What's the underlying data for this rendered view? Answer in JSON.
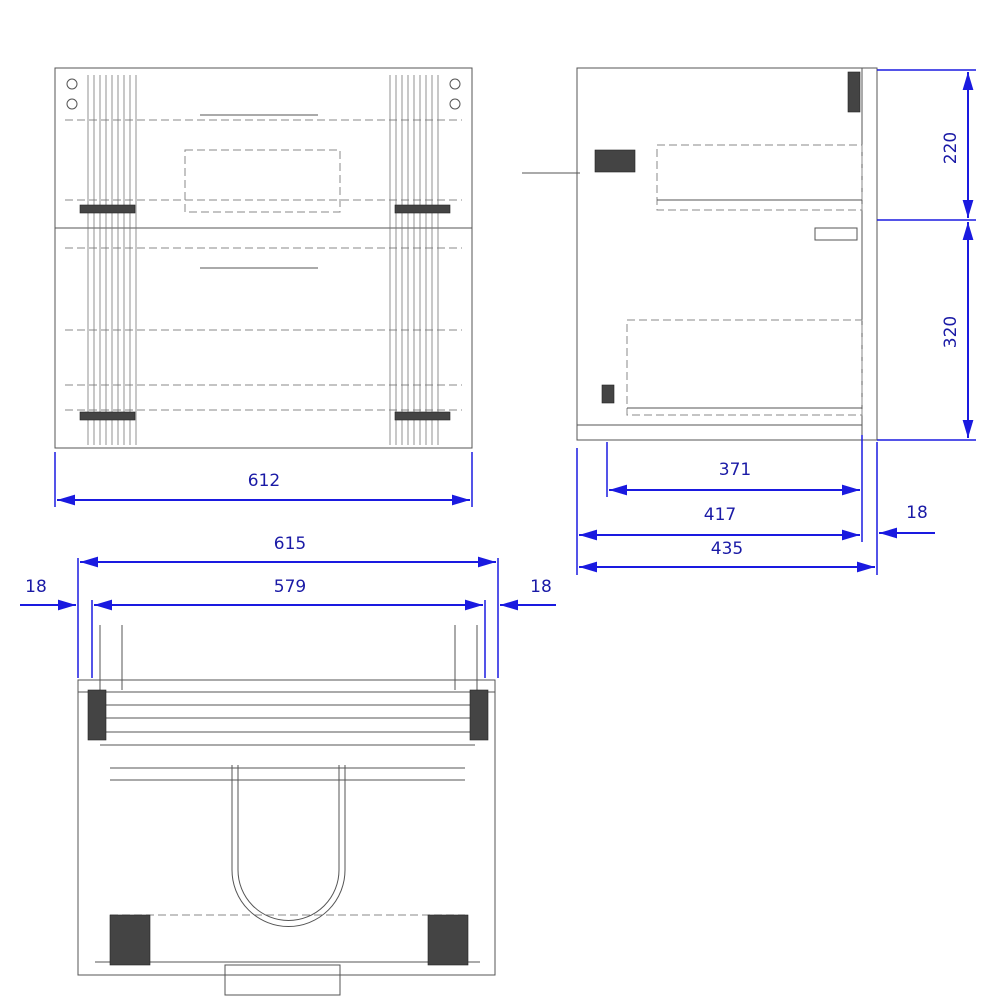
{
  "views": {
    "front": {
      "dimensions": {
        "width": "612"
      }
    },
    "side": {
      "dimensions": {
        "upper_height": "220",
        "lower_height": "320",
        "drawer_depth": "371",
        "inner_depth": "417",
        "total_depth": "435",
        "front_thickness": "18"
      }
    },
    "top": {
      "dimensions": {
        "outer_width": "615",
        "inner_width": "579",
        "left_panel": "18",
        "right_panel": "18"
      }
    }
  },
  "colors": {
    "dimension": "#1a1ae0",
    "drawing": "#555555"
  }
}
